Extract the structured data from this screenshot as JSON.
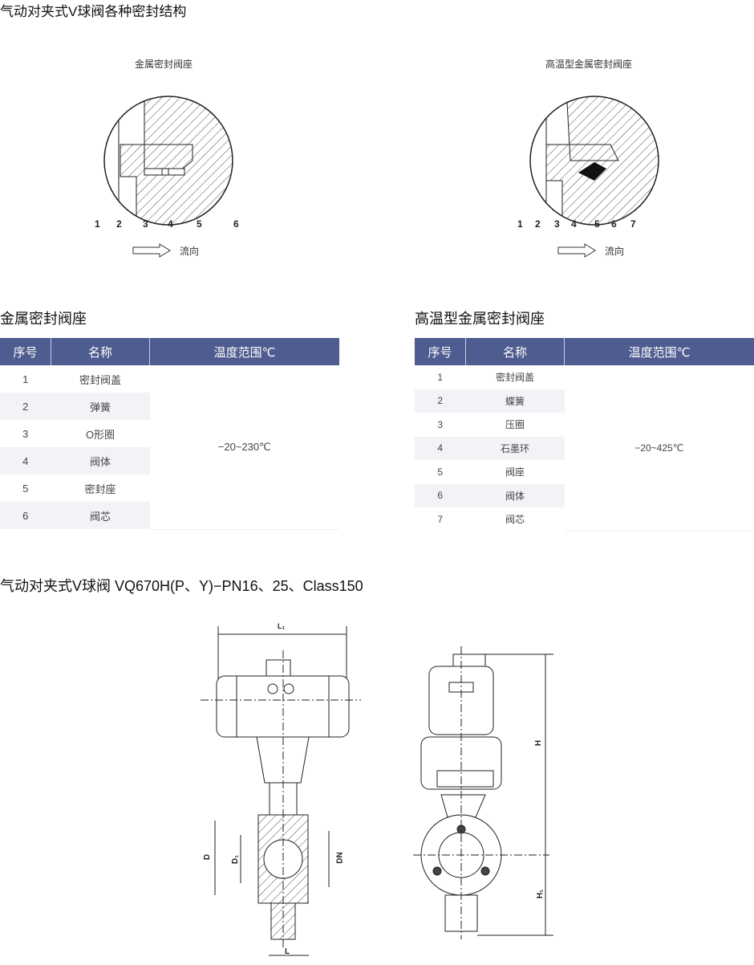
{
  "title": "气动对夹式V球阀各种密封结构",
  "detail_left": {
    "caption": "金属密封阀座",
    "numbers": [
      "1",
      "2",
      "3",
      "4",
      "5",
      "6"
    ],
    "flow": "流向"
  },
  "detail_right": {
    "caption": "高温型金属密封阀座",
    "numbers": [
      "1",
      "2",
      "3",
      "4",
      "5",
      "6",
      "7"
    ],
    "flow": "流向"
  },
  "table_left": {
    "heading": "金属密封阀座",
    "headers": [
      "序号",
      "名称",
      "温度范围℃"
    ],
    "temp": "−20~230℃",
    "rows": [
      {
        "no": "1",
        "name": "密封阀盖"
      },
      {
        "no": "2",
        "name": "弹簧"
      },
      {
        "no": "3",
        "name": "O形圈"
      },
      {
        "no": "4",
        "name": "阀体"
      },
      {
        "no": "5",
        "name": "密封座"
      },
      {
        "no": "6",
        "name": "阀芯"
      }
    ]
  },
  "table_right": {
    "heading": "高温型金属密封阀座",
    "headers": [
      "序号",
      "名称",
      "温度范围℃"
    ],
    "temp": "−20~425℃",
    "rows": [
      {
        "no": "1",
        "name": "密封阀盖"
      },
      {
        "no": "2",
        "name": "蝶簧"
      },
      {
        "no": "3",
        "name": "压圈"
      },
      {
        "no": "4",
        "name": "石墨环"
      },
      {
        "no": "5",
        "name": "阀座"
      },
      {
        "no": "6",
        "name": "阀体"
      },
      {
        "no": "7",
        "name": "阀芯"
      }
    ]
  },
  "title2": "气动对夹式V球阀 VQ670H(P、Y)−PN16、25、Class150",
  "dims": {
    "L1": "L₁",
    "D": "D",
    "D1": "D₁",
    "DN": "DN",
    "L": "L",
    "H": "H",
    "H1": "H₁"
  }
}
